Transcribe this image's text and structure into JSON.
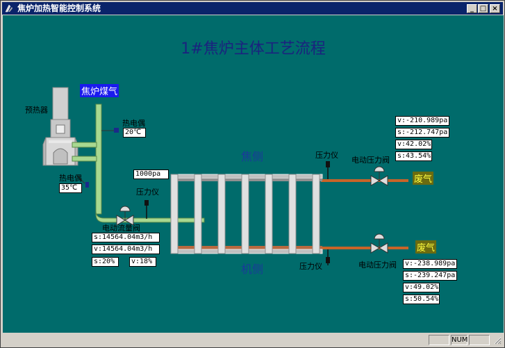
{
  "window": {
    "title": "焦炉加热智能控制系统",
    "min": "_",
    "max": "□",
    "close": "×"
  },
  "heading": "1#焦炉主体工艺流程",
  "labels": {
    "preheater": "预热器",
    "coke_oven_gas": "焦炉煤气",
    "thermocouple": "热电偶",
    "pressure_gauge": "压力仪",
    "electric_flow_valve": "电动流量阀",
    "electric_pressure_valve": "电动压力阀",
    "coke_side": "焦侧",
    "machine_side": "机侧",
    "waste_gas": "废气"
  },
  "readings": {
    "thermo_top": "20℃",
    "thermo_bottom": "35℃",
    "gauge_pressure": "1000pa",
    "flow_s": "s:14564.04m3/h",
    "flow_v": "v:14564.04m3/h",
    "flow_valve_s": "s:20%",
    "flow_valve_v": "v:18%",
    "coke_v_pa": "v:-210.989pa",
    "coke_s_pa": "s:-212.747pa",
    "coke_v_pct": "v:42.02%",
    "coke_s_pct": "s:43.54%",
    "mach_v_pa": "v:-238.989pa",
    "mach_s_pa": "s:-239.247pa",
    "mach_v_pct": "v:49.02%",
    "mach_s_pct": "s:50.54%"
  },
  "status": {
    "num": "NUM"
  },
  "colors": {
    "background": "#006b6b",
    "pipe_gas": "#a8d890",
    "pipe_waste": "#c86428",
    "title_bar": "#0a246a"
  }
}
